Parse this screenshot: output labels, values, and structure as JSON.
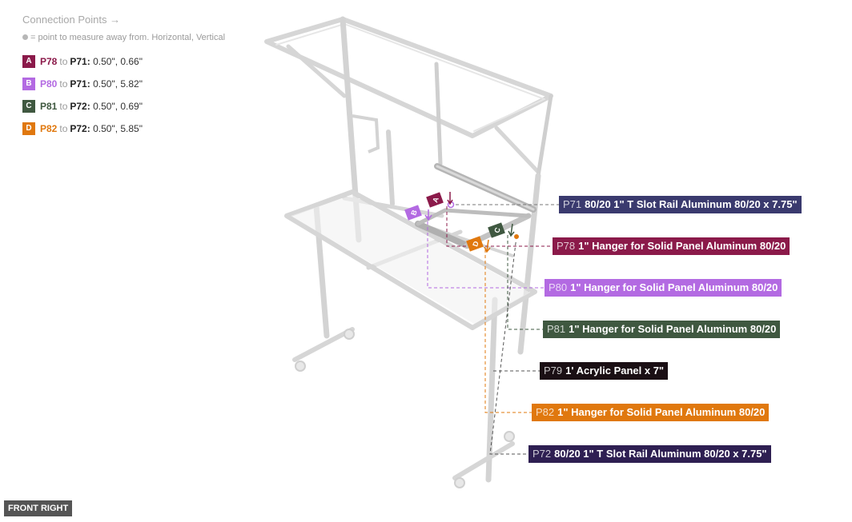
{
  "header": {
    "title": "Connection Points →",
    "note": "= point to measure away from. Horizontal, Vertical"
  },
  "connections": [
    {
      "letter": "A",
      "from": "P78",
      "to_word": "to",
      "to": "P71:",
      "value": "0.50\", 0.66\"",
      "color": "#8b1a4a"
    },
    {
      "letter": "B",
      "from": "P80",
      "to_word": "to",
      "to": "P71:",
      "value": "0.50\", 5.82\"",
      "color": "#b36ae2"
    },
    {
      "letter": "C",
      "from": "P81",
      "to_word": "to",
      "to": "P72:",
      "value": "0.50\", 0.69\"",
      "color": "#3f5840"
    },
    {
      "letter": "D",
      "from": "P82",
      "to_word": "to",
      "to": "P72:",
      "value": "0.50\", 5.85\"",
      "color": "#e0780e"
    }
  ],
  "parts": [
    {
      "id": "P71",
      "name": "80/20 1\" T Slot Rail Aluminum 80/20 x 7.75\"",
      "color": "#3a3a6e"
    },
    {
      "id": "P78",
      "name": "1\" Hanger for Solid Panel Aluminum 80/20",
      "color": "#8b1a4a"
    },
    {
      "id": "P80",
      "name": "1\" Hanger for Solid Panel Aluminum 80/20",
      "color": "#b36ae2"
    },
    {
      "id": "P81",
      "name": "1\" Hanger for Solid Panel Aluminum 80/20",
      "color": "#3f5840"
    },
    {
      "id": "P79",
      "name": "1' Acrylic Panel x 7\"",
      "color": "#1a0f14"
    },
    {
      "id": "P82",
      "name": "1\" Hanger for Solid Panel Aluminum 80/20",
      "color": "#e0780e"
    },
    {
      "id": "P72",
      "name": "80/20 1\" T Slot Rail Aluminum 80/20 x 7.75\"",
      "color": "#2e1f52"
    }
  ],
  "view_label": "FRONT RIGHT"
}
